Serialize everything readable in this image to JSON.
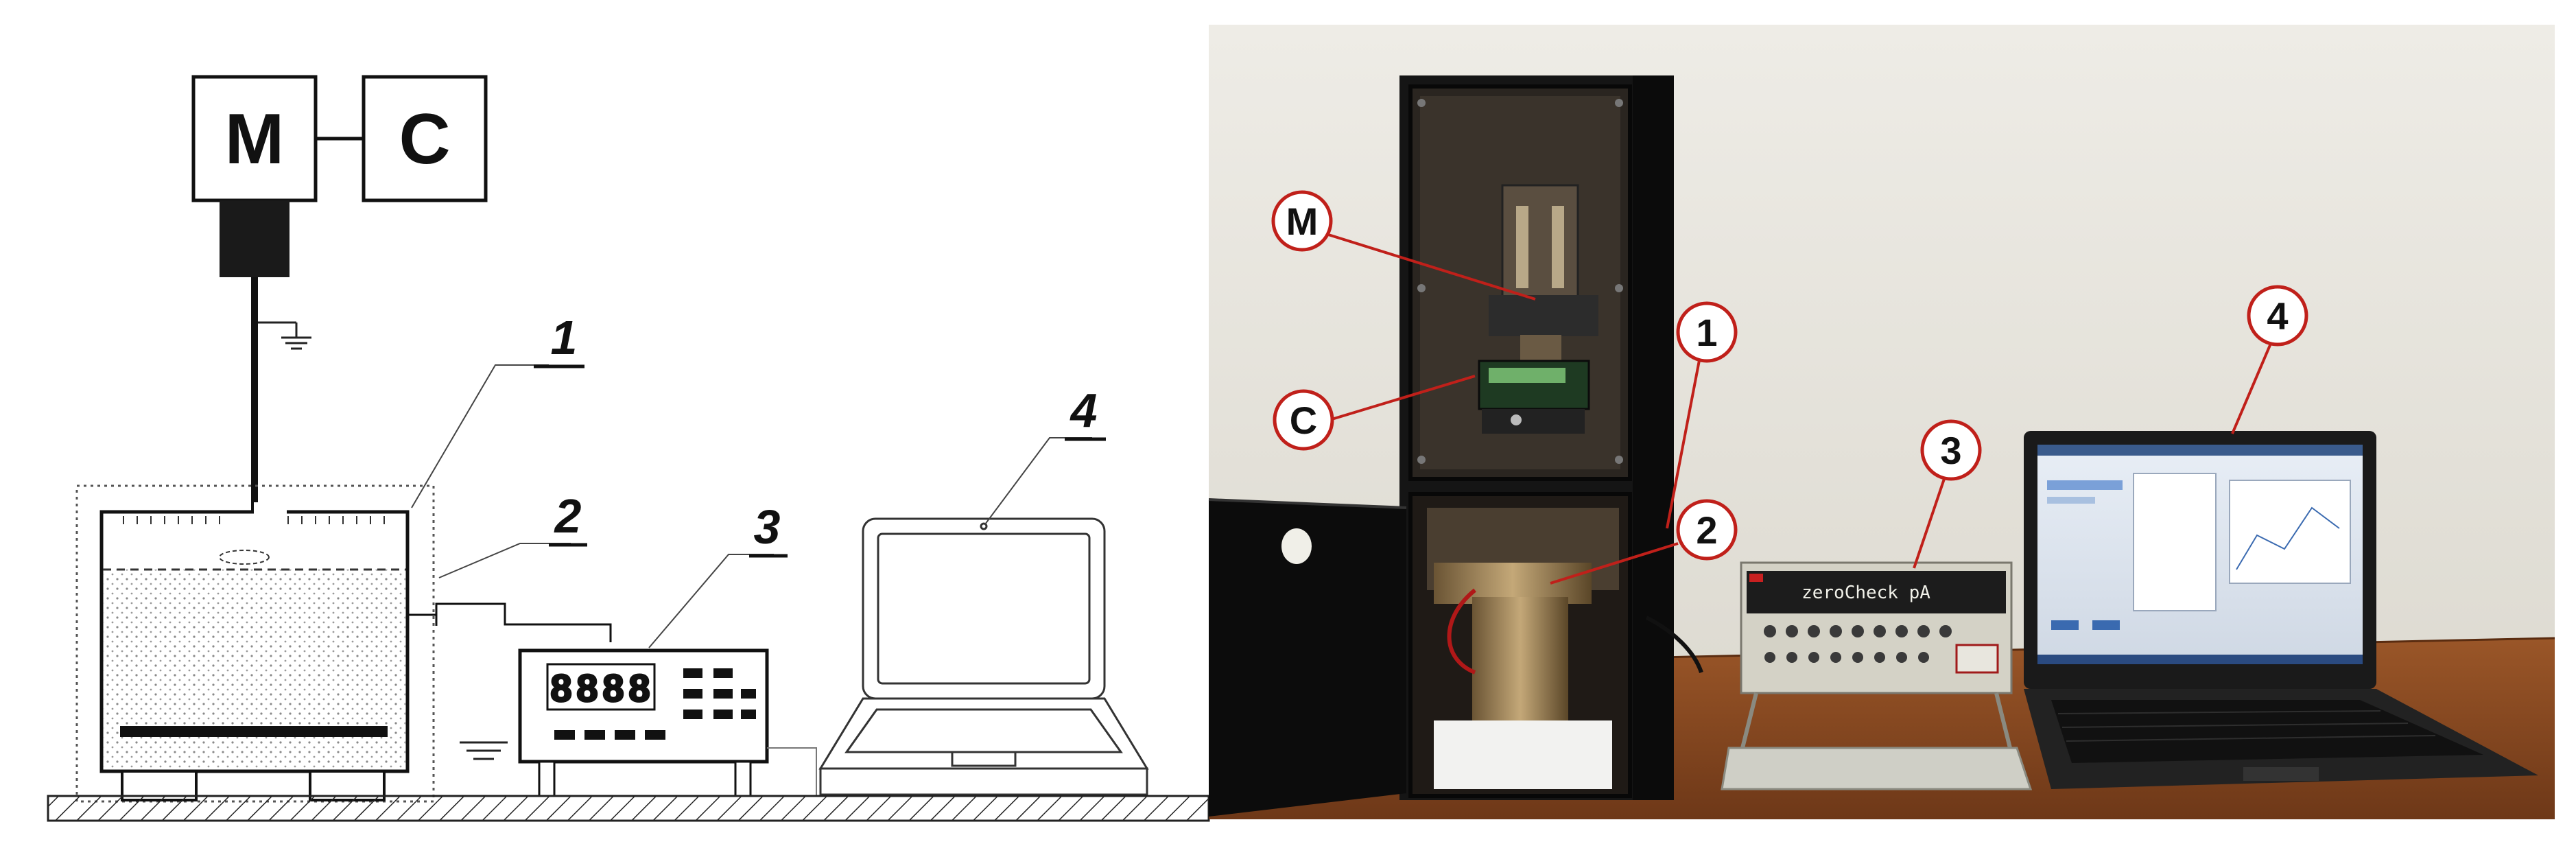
{
  "schematic": {
    "motor_label": "M",
    "controller_label": "C",
    "callouts": [
      "1",
      "2",
      "3",
      "4"
    ],
    "meter_display_digits": [
      "8",
      "8",
      "8",
      "8"
    ]
  },
  "photo": {
    "callouts": {
      "motor": "M",
      "controller": "C",
      "container": "1",
      "electrode": "2",
      "electrometer": "3",
      "laptop": "4"
    },
    "instrument_display": "zeroCheck  pA"
  },
  "colors": {
    "line": "#111111",
    "callout_leader": "#c0201a",
    "housing": "#141414",
    "table_wood": "#8a4a22",
    "wall": "#ebe8e0"
  }
}
